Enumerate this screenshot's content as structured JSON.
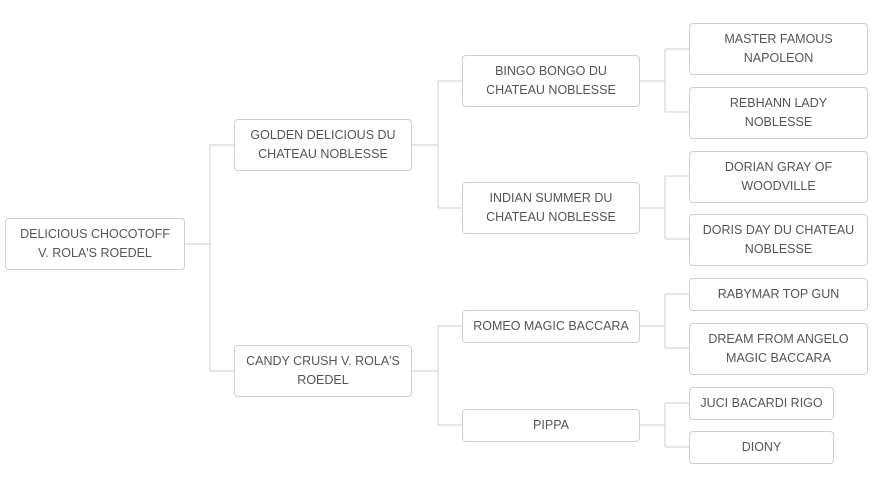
{
  "pedigree": {
    "subject": "DELICIOUS CHOCOTOFF V. ROLA'S ROEDEL",
    "sire": "GOLDEN DELICIOUS DU CHATEAU NOBLESSE",
    "dam": "CANDY CRUSH V. ROLA'S ROEDEL",
    "sire_sire": "BINGO BONGO DU CHATEAU NOBLESSE",
    "sire_dam": "INDIAN SUMMER DU CHATEAU NOBLESSE",
    "dam_sire": "ROMEO MAGIC BACCARA",
    "dam_dam": "PIPPA",
    "sire_sire_sire": "MASTER FAMOUS NAPOLEON",
    "sire_sire_dam": "REBHANN LADY NOBLESSE",
    "sire_dam_sire": "DORIAN GRAY OF WOODVILLE",
    "sire_dam_dam": "DORIS DAY DU CHATEAU NOBLESSE",
    "dam_sire_sire": "RABYMAR TOP GUN",
    "dam_sire_dam": "DREAM FROM ANGELO MAGIC BACCARA",
    "dam_dam_sire": "JUCI BACARDI RIGO",
    "dam_dam_dam": "DIONY"
  },
  "colors": {
    "border": "#cfcfcf",
    "text": "#555555",
    "connector": "#cfcfcf"
  }
}
